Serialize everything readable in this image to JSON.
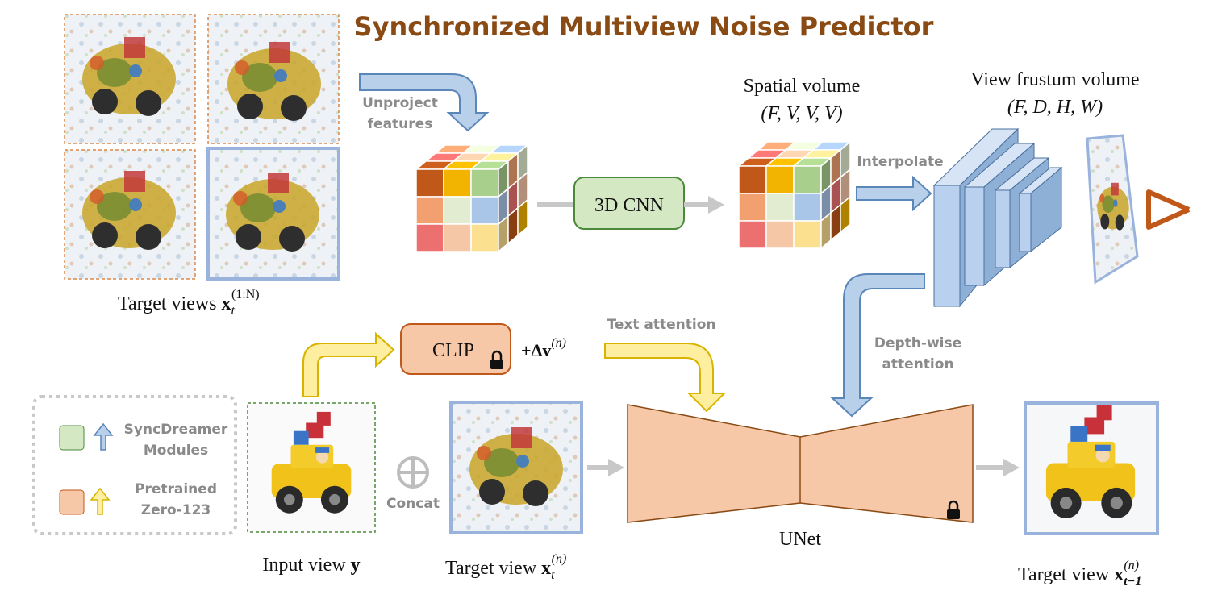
{
  "title": "Synchronized Multiview Noise Predictor",
  "labels": {
    "unproject_1": "Unproject",
    "unproject_2": "features",
    "cnn": "3D CNN",
    "spatial_volume": "Spatial volume",
    "spatial_dims": "(F, V, V, V)",
    "view_frustum": "View frustum volume",
    "frustum_dims": "(F, D, H, W)",
    "interpolate": "Interpolate",
    "target_views": "Target views",
    "clip": "CLIP",
    "delta_v": "+Δv",
    "text_attention": "Text attention",
    "depthwise_1": "Depth-wise",
    "depthwise_2": "attention",
    "concat": "Concat",
    "unet": "UNet",
    "input_view": "Input view",
    "input_view_var": "y",
    "target_view": "Target view",
    "target_view_out": "Target view",
    "sym_x": "x",
    "sup_n": "(n)",
    "sup_1N": "(1:N)",
    "sub_t": "t",
    "sub_t1": "t−1"
  },
  "legend": {
    "sync_1": "SyncDreamer",
    "sync_2": "Modules",
    "pre_1": "Pretrained",
    "pre_2": "Zero-123"
  },
  "colors": {
    "title": "#8a4a14",
    "blue_arrow": "#b8d0ea",
    "blue_edge": "#5b86b8",
    "yellow_arrow": "#fdeea0",
    "yellow_edge": "#d9b300",
    "green_module": "#d5e8c4",
    "orange_module": "#f7c8a8",
    "unet": "#f7c8a8",
    "frame_blue": "#9ab3dc",
    "frame_orange": "#d9884a",
    "frame_green": "#4a8a3a"
  },
  "cube_colors": [
    "#c0581a",
    "#f2b400",
    "#a9cf8c",
    "#f2a070",
    "#e2ecd0",
    "#a9c6e8",
    "#ec7070",
    "#f6c7a6",
    "#fbe090"
  ]
}
